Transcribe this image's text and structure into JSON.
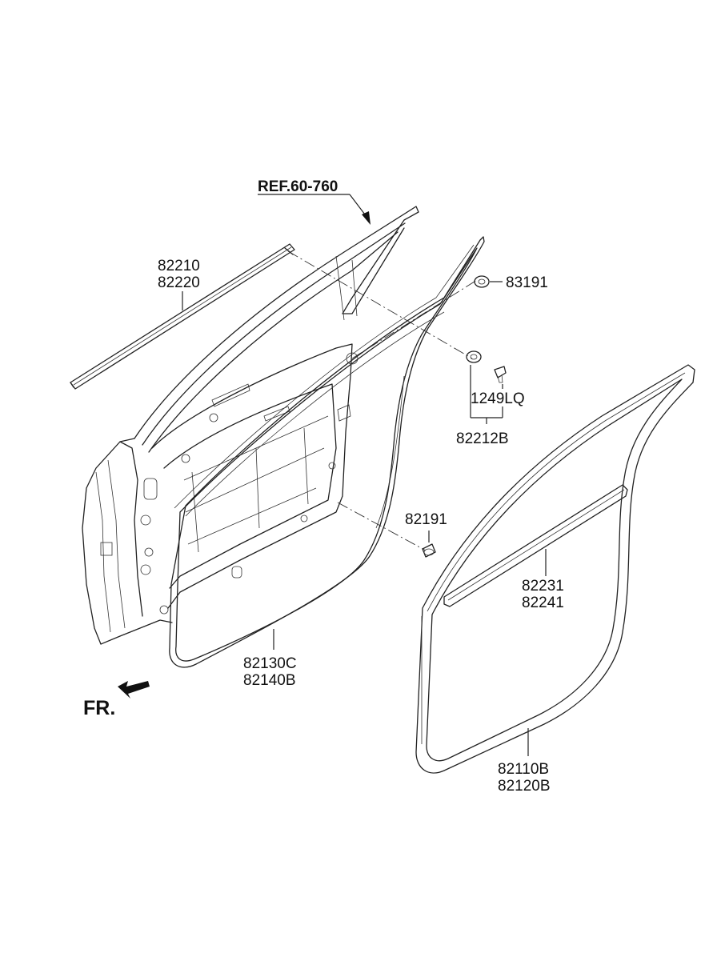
{
  "reference": {
    "label": "REF.60-760"
  },
  "direction": {
    "label": "FR."
  },
  "callouts": {
    "c82210": "82210",
    "c82220": "82220",
    "c83191": "83191",
    "c1249lq": "1249LQ",
    "c82212b": "82212B",
    "c82191": "82191",
    "c82231": "82231",
    "c82241": "82241",
    "c82130c": "82130C",
    "c82140b": "82140B",
    "c82110b": "82110B",
    "c82120b": "82120B"
  },
  "colors": {
    "line": "#222222",
    "background": "#ffffff"
  }
}
